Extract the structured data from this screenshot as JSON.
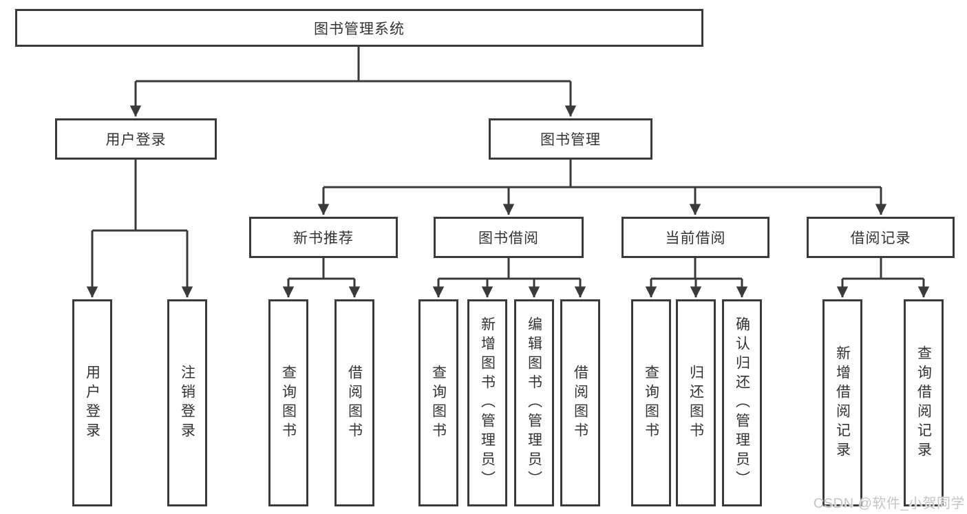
{
  "tree": {
    "label": "图书管理系统",
    "children": [
      {
        "label": "用户登录",
        "children": [
          {
            "label": "用户登录"
          },
          {
            "label": "注销登录"
          }
        ]
      },
      {
        "label": "图书管理",
        "children": [
          {
            "label": "新书推荐",
            "children": [
              {
                "label": "查询图书"
              },
              {
                "label": "借阅图书"
              }
            ]
          },
          {
            "label": "图书借阅",
            "children": [
              {
                "label": "查询图书"
              },
              {
                "label": "新增图书（管理员）"
              },
              {
                "label": "编辑图书（管理员）"
              },
              {
                "label": "借阅图书"
              }
            ]
          },
          {
            "label": "当前借阅",
            "children": [
              {
                "label": "查询图书"
              },
              {
                "label": "归还图书"
              },
              {
                "label": "确认归还（管理员）"
              }
            ]
          },
          {
            "label": "借阅记录",
            "children": [
              {
                "label": "新增借阅记录"
              },
              {
                "label": "查询借阅记录"
              }
            ]
          }
        ]
      }
    ]
  },
  "watermark": "CSDN @软件_小贺同学",
  "colors": {
    "line": "#3a3a3a",
    "text": "#333333",
    "watermark": "#c5c5c5",
    "background": "#ffffff"
  }
}
